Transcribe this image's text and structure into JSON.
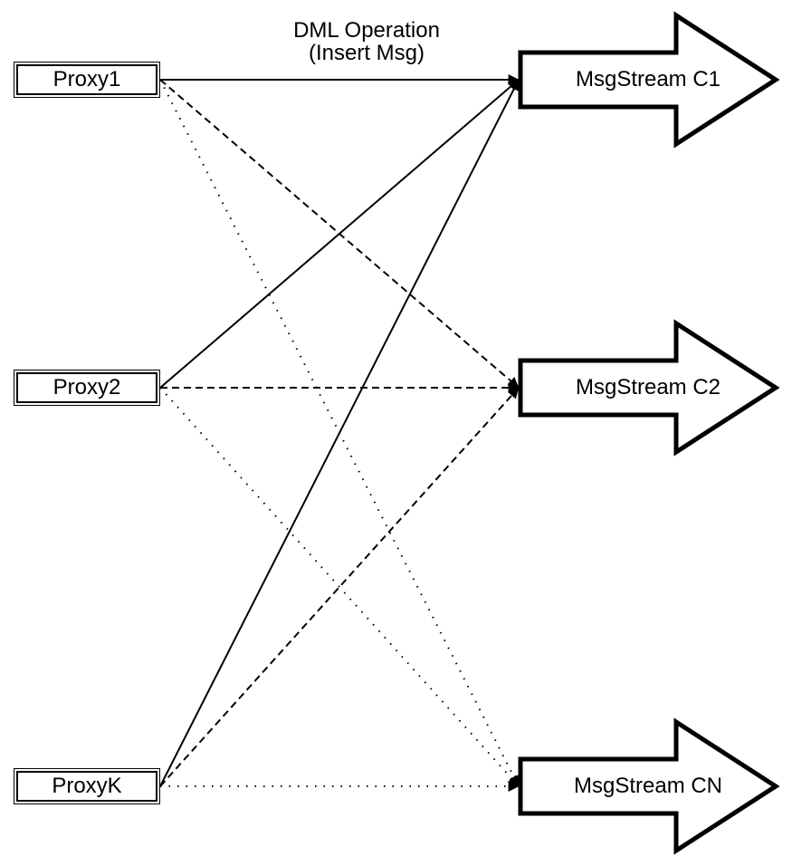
{
  "diagram": {
    "title_label": {
      "line1": "DML Operation",
      "line2": "(Insert Msg)"
    },
    "proxies": [
      {
        "id": "proxy1",
        "label": "Proxy1"
      },
      {
        "id": "proxy2",
        "label": "Proxy2"
      },
      {
        "id": "proxyk",
        "label": "ProxyK"
      }
    ],
    "streams": [
      {
        "id": "c1",
        "label": "MsgStream C1"
      },
      {
        "id": "c2",
        "label": "MsgStream C2"
      },
      {
        "id": "cn",
        "label": "MsgStream CN"
      }
    ],
    "edges": [
      {
        "from": "proxy1",
        "to": "c1",
        "style": "solid"
      },
      {
        "from": "proxy1",
        "to": "c2",
        "style": "dashed"
      },
      {
        "from": "proxy1",
        "to": "cn",
        "style": "dotted"
      },
      {
        "from": "proxy2",
        "to": "c1",
        "style": "solid"
      },
      {
        "from": "proxy2",
        "to": "c2",
        "style": "dashed"
      },
      {
        "from": "proxy2",
        "to": "cn",
        "style": "dotted"
      },
      {
        "from": "proxyk",
        "to": "c1",
        "style": "solid"
      },
      {
        "from": "proxyk",
        "to": "c2",
        "style": "dashed"
      },
      {
        "from": "proxyk",
        "to": "cn",
        "style": "dotted"
      }
    ],
    "colors": {
      "stroke": "#000000",
      "fill": "#ffffff",
      "background": "#ffffff"
    }
  }
}
